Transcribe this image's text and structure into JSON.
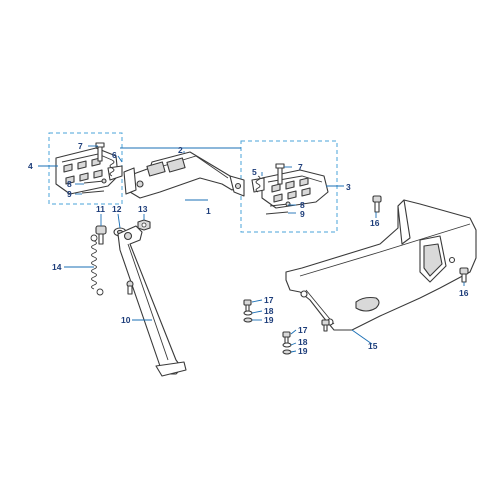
{
  "callouts": {
    "c1": "1",
    "c2": "2",
    "c3": "3",
    "c4": "4",
    "c5": "5",
    "c6": "6",
    "c7a": "7",
    "c7b": "7",
    "c8a": "8",
    "c8b": "8",
    "c9a": "9",
    "c9b": "9",
    "c10": "10",
    "c11": "11",
    "c12": "12",
    "c13": "13",
    "c14": "14",
    "c15": "15",
    "c16a": "16",
    "c16b": "16",
    "c17a": "17",
    "c17b": "17",
    "c18a": "18",
    "c18b": "18",
    "c19a": "19",
    "c19b": "19"
  },
  "colors": {
    "leader": "#1a6fb5",
    "label": "#1d3d7a",
    "group_box": "#4aa3d8"
  }
}
